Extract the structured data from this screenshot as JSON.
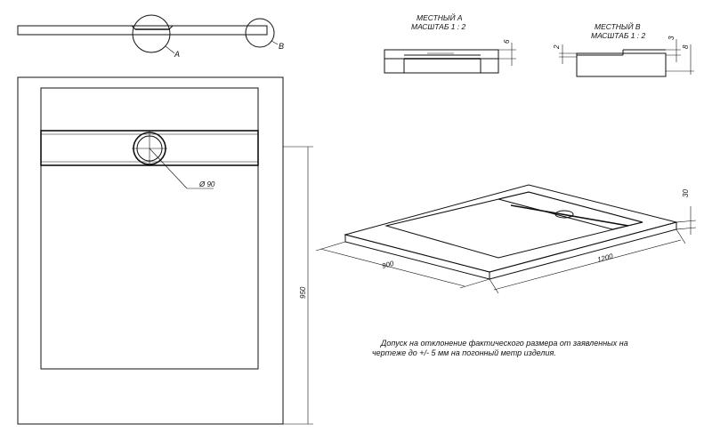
{
  "side_section": {
    "callout_a": "A",
    "callout_b": "B"
  },
  "detail_a": {
    "title_line1": "МЕСТНЫЙ А",
    "title_line2": "МАСШТАБ 1 : 2",
    "dim_height": "6"
  },
  "detail_b": {
    "title_line1": "МЕСТНЫЙ В",
    "title_line2": "МАСШТАБ 1 : 2",
    "dim_left": "2",
    "dim_mid": "3",
    "dim_right": "8"
  },
  "plan_view": {
    "drain_diameter": "Ø 90",
    "dim_length": "950"
  },
  "isometric_view": {
    "dim_height": "30",
    "dim_width": "900",
    "dim_length": "1200"
  },
  "tolerance_note": {
    "line1": "Допуск на отклонение фактического размера от заявленных на",
    "line2": "чертеже до +/- 5 мм на погонный метр изделия."
  }
}
